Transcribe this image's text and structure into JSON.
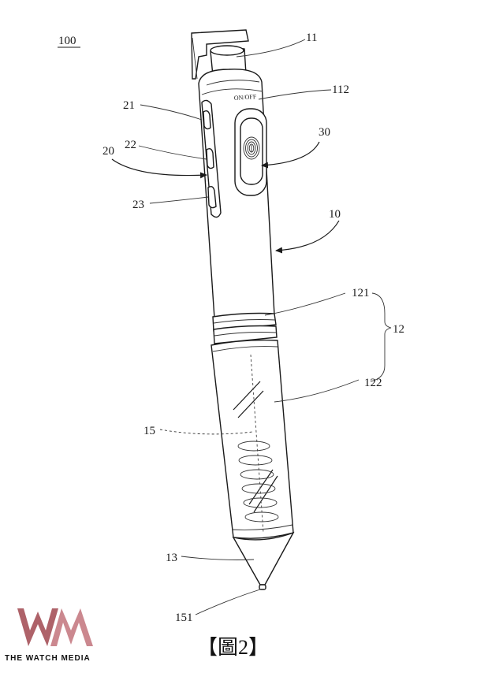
{
  "figure": {
    "reference_number": "100",
    "caption": "【圖2】",
    "on_off_text": "ON/OFF"
  },
  "labels": {
    "l11": "11",
    "l112": "112",
    "l21": "21",
    "l22": "22",
    "l20": "20",
    "l30": "30",
    "l23": "23",
    "l10": "10",
    "l121": "121",
    "l12": "12",
    "l122": "122",
    "l15": "15",
    "l13": "13",
    "l151": "151"
  },
  "watermark": {
    "text": "THE WATCH MEDIA",
    "logo_color": "#a0464f"
  }
}
